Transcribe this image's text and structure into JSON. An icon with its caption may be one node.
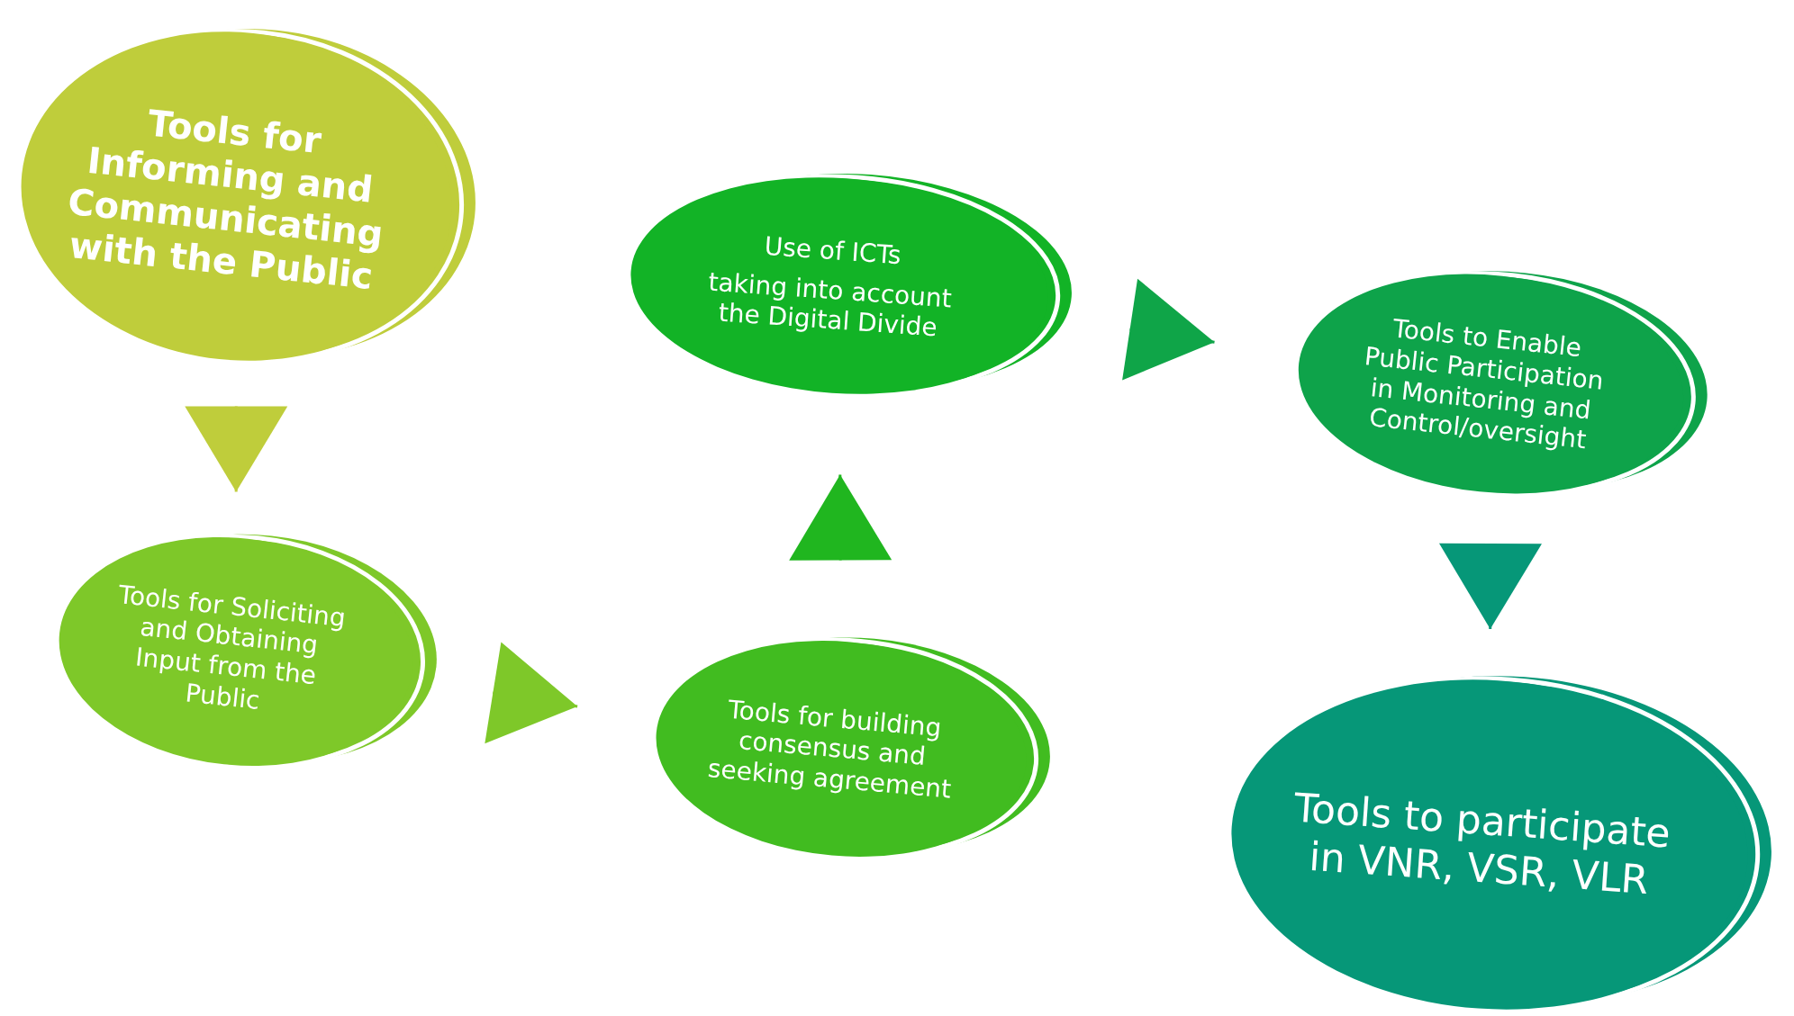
{
  "diagram": {
    "nodes": [
      {
        "text": [
          "Tools for Informing and Communicating with the Public"
        ]
      },
      {
        "text": [
          "Use of  ICTs",
          "taking into account the Digital Divide"
        ]
      },
      {
        "text": [
          "Tools to Enable Public Participation in Monitoring and Control/oversight"
        ]
      },
      {
        "text": [
          "Tools for Soliciting and Obtaining Input from the Public"
        ]
      },
      {
        "text": [
          "Tools for building consensus and seeking agreement"
        ]
      },
      {
        "text": [
          "Tools to participate in VNR, VSR, VLR"
        ]
      }
    ],
    "edges": [
      {
        "from": 0,
        "to": 3,
        "arrow": "to",
        "color": "#bfcd3b"
      },
      {
        "from": 3,
        "to": 4,
        "arrow": "to",
        "color": "#7ec829"
      },
      {
        "from": 4,
        "to": 1,
        "arrow": "to",
        "color": "#20b61f"
      },
      {
        "from": 1,
        "to": 2,
        "arrow": "to",
        "color": "#0fa548"
      },
      {
        "from": 2,
        "to": 5,
        "arrow": "to",
        "color": "#069778"
      }
    ]
  }
}
